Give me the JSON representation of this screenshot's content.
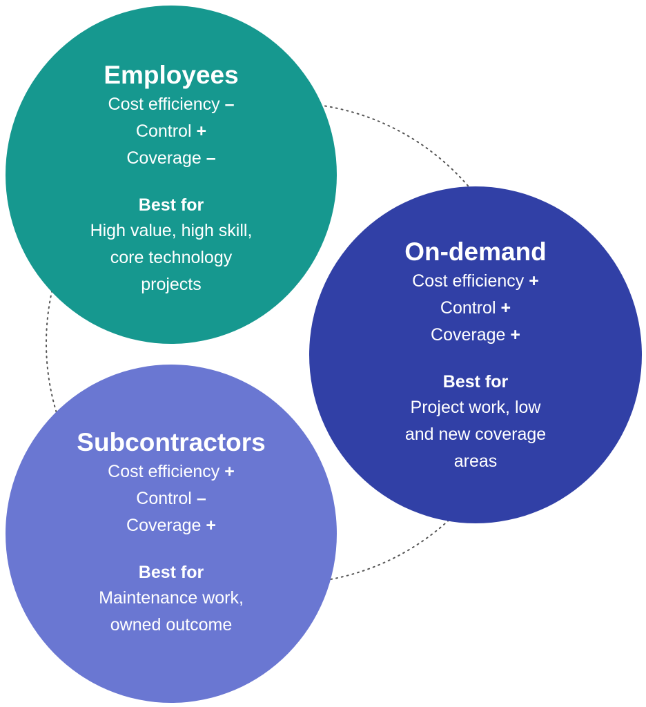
{
  "colors": {
    "employees": "#16988f",
    "ondemand": "#3140a6",
    "subcontractors": "#6a77d2",
    "connector": "#555555"
  },
  "employees": {
    "title": "Employees",
    "metrics": [
      {
        "label": "Cost efficiency",
        "sign": "–"
      },
      {
        "label": "Control",
        "sign": "+"
      },
      {
        "label": "Coverage",
        "sign": "–"
      }
    ],
    "best_for_label": "Best for",
    "best_for_lines": [
      "High value, high skill,",
      "core technology",
      "projects"
    ]
  },
  "ondemand": {
    "title": "On-demand",
    "metrics": [
      {
        "label": "Cost efficiency",
        "sign": "+"
      },
      {
        "label": "Control",
        "sign": "+"
      },
      {
        "label": "Coverage",
        "sign": "+"
      }
    ],
    "best_for_label": "Best for",
    "best_for_lines": [
      "Project work, low",
      "and new coverage",
      "areas"
    ]
  },
  "subcontractors": {
    "title": "Subcontractors",
    "metrics": [
      {
        "label": "Cost efficiency",
        "sign": "+"
      },
      {
        "label": "Control",
        "sign": "–"
      },
      {
        "label": "Coverage",
        "sign": "+"
      }
    ],
    "best_for_label": "Best for",
    "best_for_lines": [
      "Maintenance work,",
      "owned outcome"
    ]
  }
}
